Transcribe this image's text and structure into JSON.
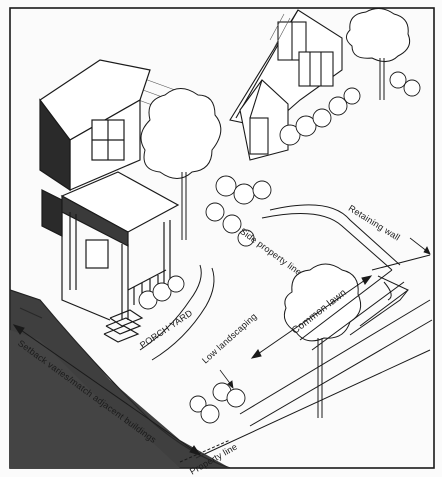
{
  "labels": {
    "retaining_wall": "Retaining wall",
    "side_property_line": "Side property line",
    "common_lawn": "Common lawn",
    "low_landscaping": "Low landscaping",
    "porch_yard": "PORCH YARD",
    "setback": "Setback varies/match adjacent buildings",
    "property_line": "Property line"
  },
  "colors": {
    "ink": "#1a1a1a",
    "paper": "#fbfbfb",
    "shadow": "#2a2a2a",
    "hatch": "#555555"
  }
}
